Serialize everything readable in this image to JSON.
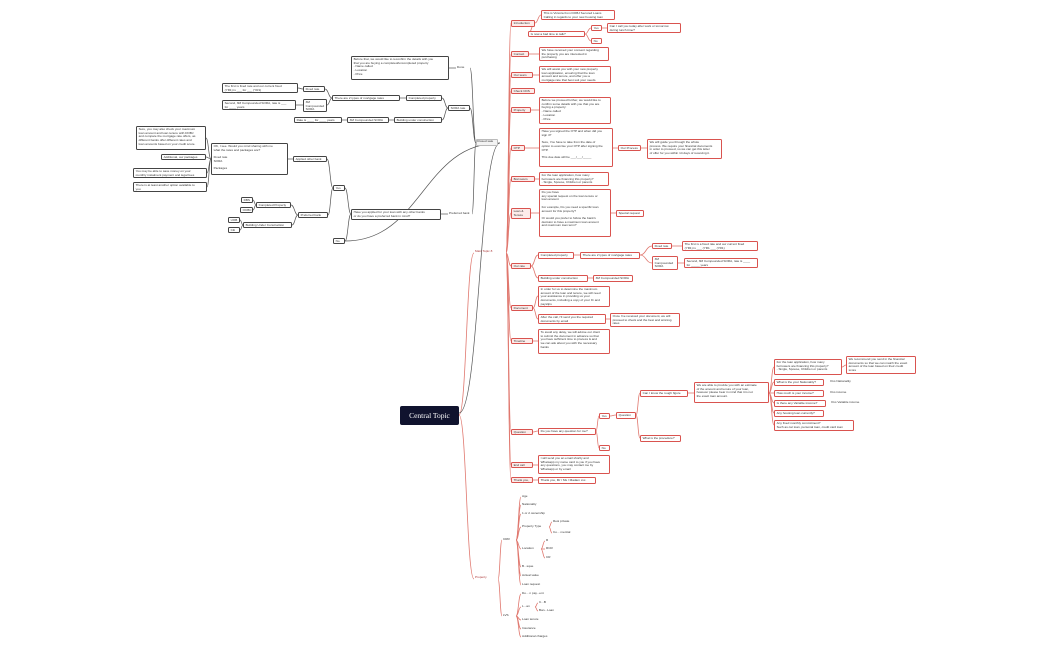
{
  "central": "Central Topic",
  "main_topic": "Main Topic 8",
  "property": "Property",
  "closed_sale": "Closed sale",
  "intro": "Introduction",
  "intro_greeting": "This is Victoria from DOBJ Secured Loans\nCalling in regards to your new housing loan",
  "intro_ask": "Is now a bad time to talk?",
  "yes": "Yes",
  "no": "No",
  "intro_callback": "Can I call you today after work or tomorrow\nduring lunch time?",
  "contact": "Contact",
  "contact_text": "We have received your consent regarding\nthe property you are interested in\npurchasing",
  "our_team": "Our team",
  "our_team_text": "We will assist you with your new property\nloan application, ensuring that the loan\namount and tenure, and offer you a\nmortgage rate that best suit your needs.",
  "check_cds": "Check CDS",
  "property_node": "Property",
  "property_text": "Before we proceed further, we would like to\nconfirm some details with you that you are\nbuying a property:\n- Name called\n- Location\n- Price",
  "otp": "OTP",
  "otp_q": "Have you signed the OTP and when did you\nsign it?\n\nSure, You have to take from the date of\noption to exercise your OTP after signing the\nOTP.\n\nThis due date will be ___/___/_____",
  "our_process": "Our Process",
  "our_process_text": "We will guide you through the whole\nprocess. We require your financial documents\nin order to proceed, so we can get this letter\nof offer for you within 14 days of receiving it.",
  "borrowers": "Borrowers",
  "borrowers_text": "For the loan application, how many\nborrowers are financing this property?\n- Single, Spouse, Children or parents",
  "loan_tenure": "Loan &\nTenure",
  "loan_tenure_text": "Do you have\nany special request on the loan tenure or\nloan amount\n\nFor example, Do you need a specific loan\namount for this property?\n\nOr would you prefer to follow the bank's\ndecision to have a maximum loan amount\nand maximum loan term?",
  "special_request": "Special request",
  "our_rate": "Our rate",
  "completed_property": "Completed property",
  "two_types": "There are 2 types of mortgage rates",
  "fixed_rate": "Fixed rate",
  "fixed_rate_text": "The first is a fixed rate and our current fixed\n(YR1) is ___ (YR1 ___ (YR1)",
  "sora_node": "3M\nCompounded\nSORA",
  "sora_text": "Second, 3M Compounded SORA, rate is ____\nfor _____ years",
  "buc": "Building under construction",
  "buc_sora": "3M Compounded SORA",
  "document": "Document",
  "document_text": "In order for us to determine the maximum\namount of the loan and tenure, we will need\nyour assistance in providing us your\ndocuments, including a copy of your IC and\npayslips",
  "document_after": "After the call, I'll send you the required\ndocuments by email",
  "document_once": "Once I've received your document, we will\nproceed to check and the best and winning\nrates",
  "timeline": "Timeline",
  "timeline_text": "To avoid any delay, we will advise our client\nto submit the document in advance so that\nyou have sufficient time to process & and\nwe can ask about you with the necessary\nbanks",
  "question": "Question",
  "question_ask": "Do you have any question for me?",
  "q_yes": "Yes",
  "q_no": "No",
  "q_question": "Question",
  "rough_figure": "Can I know the rough figure",
  "rough_text": "We are able to provide you with an estimate\nof the amount and tenure of your loan,\nhowever please bear in mind that it is not\nthe exact loan amount.",
  "procedure": "What is the procedure?",
  "q_borrowers": "For the loan application, how many\nborrowers are financing this property?\n- Single, Spouse, Children or parents",
  "q_recommend": "We recommend you send in the financial\ndocuments so that we can match the exact\namount of the loan based on their credit\nscore",
  "q_nationality": "What is the your Nationality?",
  "q_nationality_ans": "Ovs Nationality",
  "q_income": "How much is your income?",
  "q_income_ans": "Ovs income",
  "q_variable": "Is there any Variable income?",
  "q_variable_ans": "Ovs Variable income",
  "q_housing": "Any housing loan currently?",
  "q_monthly": "Any fixed monthly commitment?\nSuch as car loan, personal loan, credit card loan",
  "end_call": "End call",
  "end_call_text": "I will send you an email shortly and\nWhatsapp my name card to you if you have\nany questions, you may contact me by\nWhatsapp or by email",
  "thank_you": "Thank you, Mr / Ms / Madam xxx.",
  "left": {
    "done": "Done",
    "done_text": "Before that, we would like to reconfirm the details with you\nthat you are buying a completed/uncompleted property\n- Name called\n- Location\n- Price",
    "sora_rate": "SORA rate",
    "completed": "Completed property",
    "two_types": "There are 2 types of mortgage rates",
    "fixed": "Fixed rate",
    "fixed_text": "The first is fixed rate and our current fixed\n(YR1) is ___ for ___ (YR1)",
    "sora": "3M\nCompounded\nSORA",
    "sora_text": "Second, 3M Compounded SORA, rate is ___\nfor ____ years",
    "rate_is": "Rate is ____ for ____ years",
    "sora_comp": "3M Compounded SORA",
    "buc": "Building under construction",
    "preferred_bank": "Preferred bank",
    "preferred_q": "Have you applied for your loan with any other banks\nor do you have a preferred bank in mind?",
    "applied_other": "Applied other bank",
    "applied_ok": "OK, I see. Would you mind sharing with me\nwhat the rates and packages are?\n\nFixed rate\nSORA\n\nPackages",
    "max_loan": "Sure, you may also check your maximum\nloan amount and loan tenure with DOBJ\nand compare the mortgage rate offers, as\ndifferent banks offer different rates and\nloan amounts based on your credit score.",
    "additional": "Additional, our packages",
    "monthly": "You may be able to save money on your\nmonthly instalment payment and legal fees",
    "other_option": "There is at least another option available to\nyou",
    "yes": "Yes",
    "no": "No",
    "preferred": "Preferred bank",
    "completed_property": "Completed Property",
    "buc2": "Building Under Construction",
    "dbs": "DBS",
    "ocbc": "OCBC",
    "uob": "UOB",
    "citi": "Citi"
  },
  "bottom": {
    "crr": "CRR",
    "age": "Age",
    "nationality": "Nationality",
    "coowner": "1 or 2 ownership",
    "prop_type": "Property Type",
    "private": "Resi private",
    "landed": "Co... mercial",
    "location": "Location",
    "l1": "R",
    "l2": "RCR",
    "l3": "CR",
    "size": "B...sque",
    "actual_value": "Actual value",
    "loan_request": "Loan request",
    "lvs": "LVS",
    "downpay": "Do... n pay...ent",
    "loan": "L...an",
    "loan1": "C...B",
    "loan2": "Ban...Loan",
    "tenure": "Loan tenure",
    "insurance": "Insurance",
    "add_charges": "Additional charges"
  },
  "colors": {
    "red": "#d9534f",
    "dark": "#444444",
    "central": "#10132e"
  }
}
